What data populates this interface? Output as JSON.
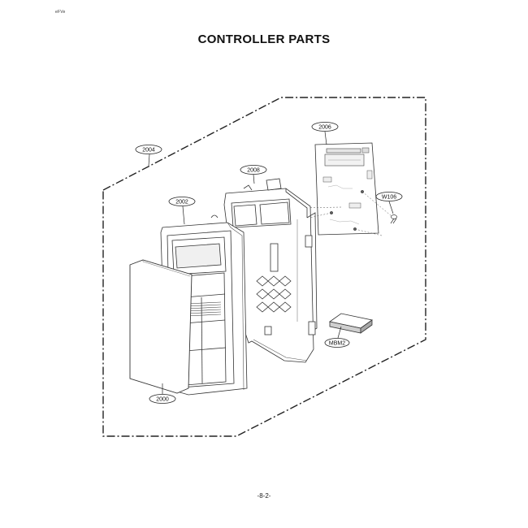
{
  "header": {
    "corner_mark": "eFVe",
    "title": "CONTROLLER PARTS"
  },
  "callouts": {
    "assembly": "2004",
    "pcb": "2006",
    "frame": "2008",
    "front_panel": "2002",
    "membrane": "2000",
    "screw": "W106",
    "module": "MBM2"
  },
  "footer": {
    "page_number": "-8-2-"
  }
}
